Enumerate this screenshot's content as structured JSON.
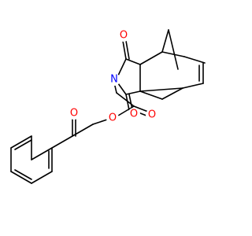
{
  "molecule": {
    "colors": {
      "carbon_bond": "#000000",
      "oxygen": "#ff0000",
      "nitrogen": "#0000ff",
      "background": "#ffffff"
    },
    "atom_labels": {
      "o_imide_top": "O",
      "o_imide_bottom": "O",
      "n_imide": "N",
      "o_ester_carbonyl": "O",
      "o_ester": "O",
      "o_ketone": "O"
    }
  }
}
